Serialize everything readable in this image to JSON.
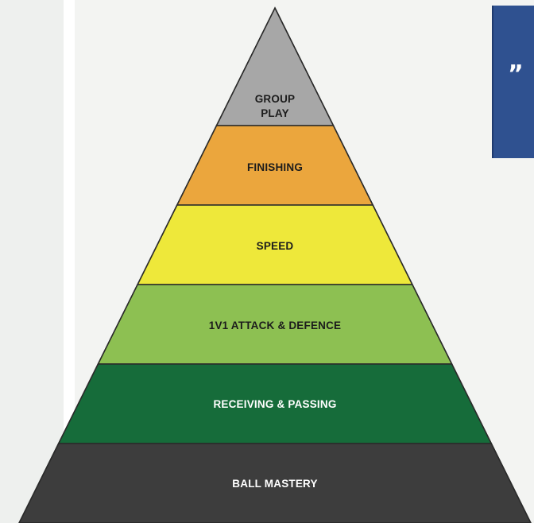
{
  "diagram": {
    "levels": [
      {
        "line1": "GROUP",
        "line2": "PLAY",
        "color": "#a7a7a7"
      },
      {
        "line1": "FINISHING",
        "line2": "",
        "color": "#eba63d"
      },
      {
        "line1": "SPEED",
        "line2": "",
        "color": "#eee83a"
      },
      {
        "line1": "1V1 ATTACK & DEFENCE",
        "line2": "",
        "color": "#8dc052"
      },
      {
        "line1": "RECEIVING & PASSING",
        "line2": "",
        "color": "#166c3a"
      },
      {
        "line1": "BALL MASTERY",
        "line2": "",
        "color": "#3d3d3d"
      }
    ],
    "label_colors": {
      "dark": "#1c1c1c",
      "light": "#ffffff"
    }
  },
  "badge": {
    "glyph": "”",
    "color": "#2f5190"
  }
}
